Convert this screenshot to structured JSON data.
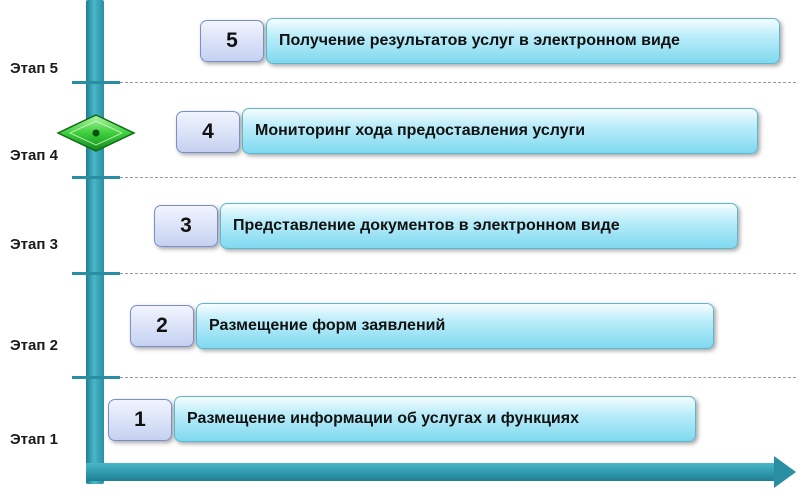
{
  "stages": [
    {
      "label": "Этап 5",
      "number": "5",
      "text": "Получение результатов услуг в электронном виде"
    },
    {
      "label": "Этап 4",
      "number": "4",
      "text": "Мониторинг хода предоставления услуги"
    },
    {
      "label": "Этап 3",
      "number": "3",
      "text": "Представление документов в электронном виде"
    },
    {
      "label": "Этап 2",
      "number": "2",
      "text": "Размещение форм заявлений"
    },
    {
      "label": "Этап 1",
      "number": "1",
      "text": "Размещение информации об услугах и функциях"
    }
  ],
  "colors": {
    "axis": "#2a8ea2",
    "bar_fill": "#9fe3f5",
    "number_box_fill": "#cdd8f4",
    "marker": "#2fbf2f"
  },
  "current_stage_marker": "Этап 4"
}
